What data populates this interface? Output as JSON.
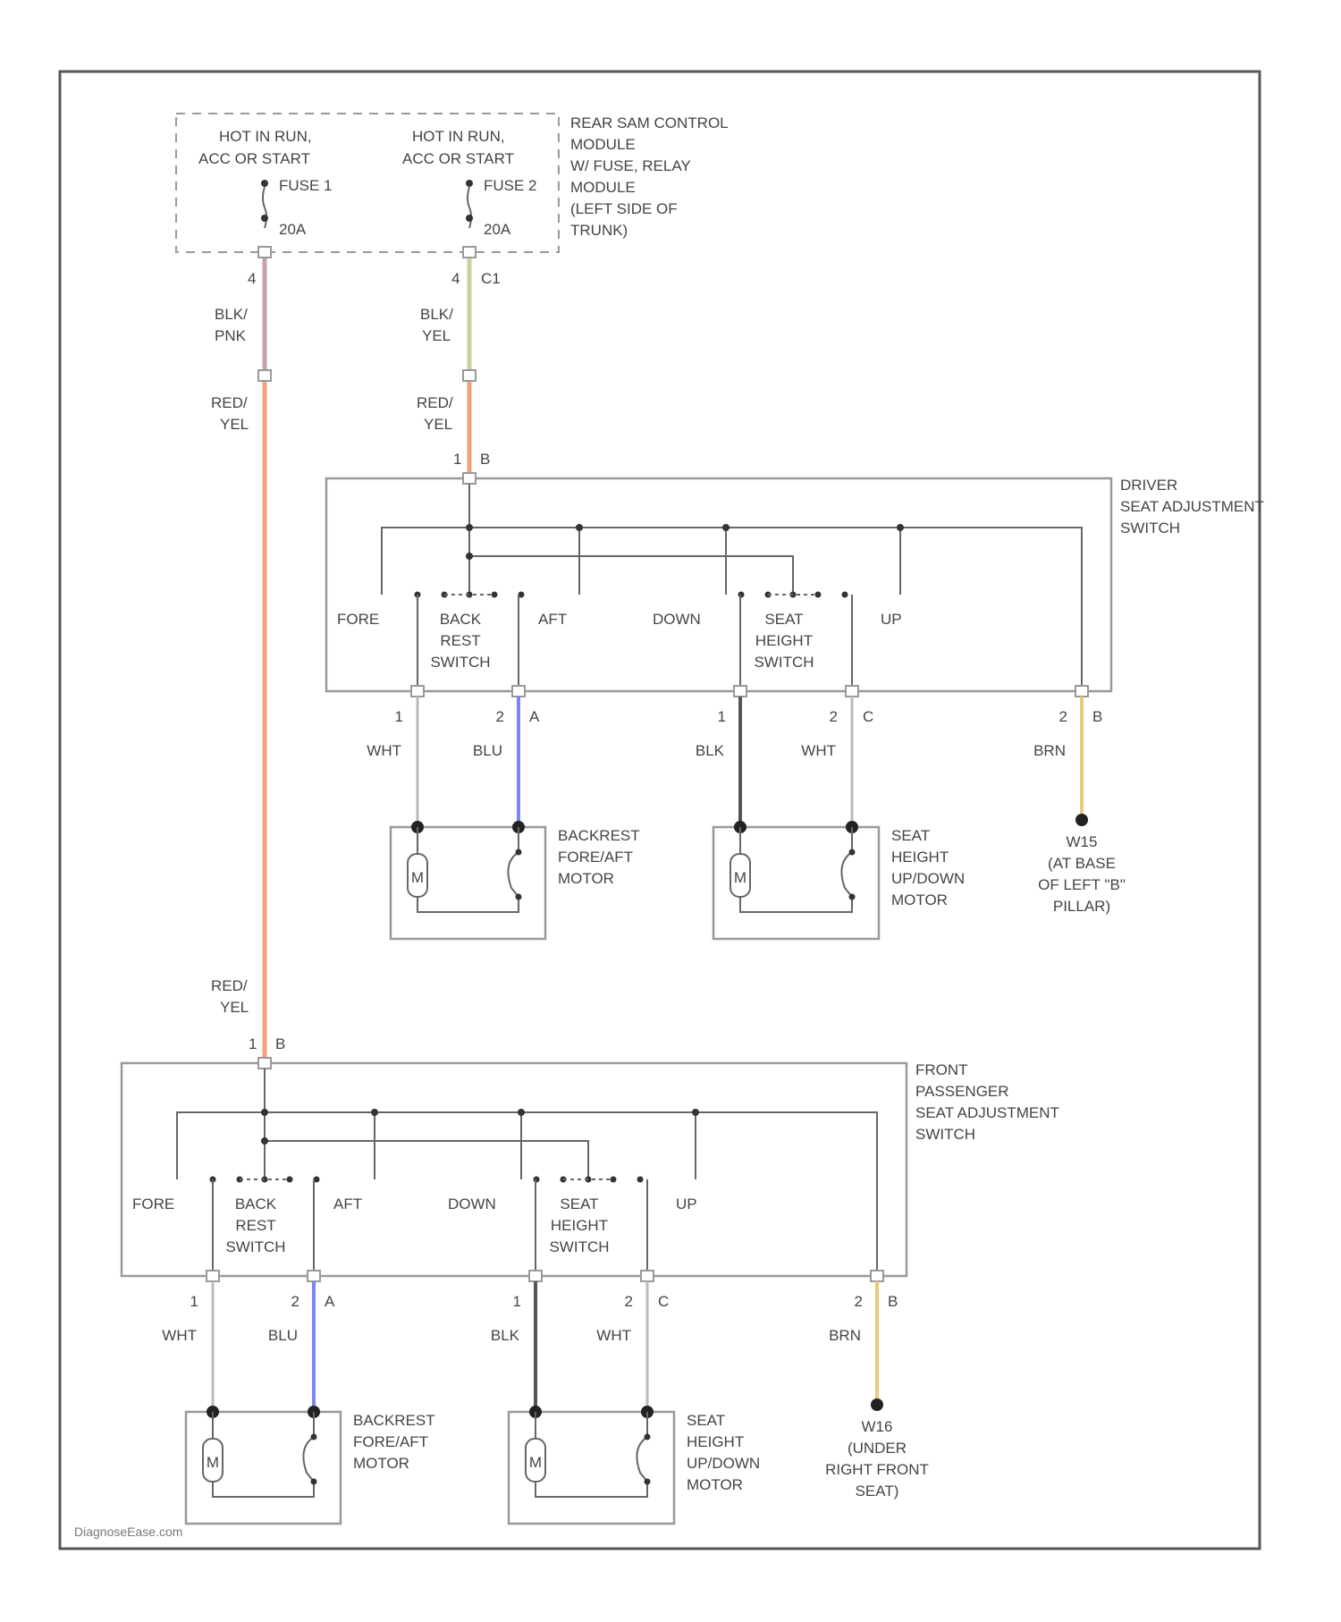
{
  "power_module": {
    "hot1_line1": "HOT IN RUN,",
    "hot1_line2": "ACC OR START",
    "hot2_line1": "HOT IN RUN,",
    "hot2_line2": "ACC OR START",
    "fuse1": "FUSE 1",
    "fuse1_amps": "20A",
    "fuse2": "FUSE 2",
    "fuse2_amps": "20A",
    "module_label": [
      "REAR SAM CONTROL",
      "MODULE",
      "W/ FUSE, RELAY",
      "MODULE",
      "(LEFT SIDE OF",
      "TRUNK)"
    ],
    "pin1": "4",
    "pin2_a": "4",
    "pin2_b": "C1"
  },
  "wires": {
    "w1_upper": [
      "BLK/",
      "PNK"
    ],
    "w1_lower": [
      "RED/",
      "YEL"
    ],
    "w2_upper": [
      "BLK/",
      "YEL"
    ],
    "w2_lower": [
      "RED/",
      "YEL"
    ],
    "w3_feed": [
      "RED/",
      "YEL"
    ]
  },
  "colors": {
    "red_yel": "#f4a07a",
    "blk_pnk": "#c9a0a8",
    "blk_yel": "#c6d39b",
    "blu": "#7a86f2",
    "blk": "#555555",
    "brn": "#e8cc7a",
    "frame": "#555555"
  },
  "driver_switch": {
    "title": [
      "DRIVER",
      "SEAT ADJUSTMENT",
      "SWITCH"
    ],
    "in_pin_a": "1",
    "in_pin_b": "B",
    "fore": "FORE",
    "aft": "AFT",
    "down": "DOWN",
    "up": "UP",
    "backrest_switch": [
      "BACK",
      "REST",
      "SWITCH"
    ],
    "height_switch": [
      "SEAT",
      "HEIGHT",
      "SWITCH"
    ],
    "pins": [
      {
        "num": "1",
        "letter": ""
      },
      {
        "num": "2",
        "letter": "A"
      },
      {
        "num": "1",
        "letter": ""
      },
      {
        "num": "2",
        "letter": "C"
      },
      {
        "num": "2",
        "letter": "B"
      }
    ],
    "wires": [
      "WHT",
      "BLU",
      "BLK",
      "WHT",
      "BRN"
    ],
    "motor1": [
      "BACKREST",
      "FORE/AFT",
      "MOTOR"
    ],
    "motor2": [
      "SEAT",
      "HEIGHT",
      "UP/DOWN",
      "MOTOR"
    ],
    "motor_symbol": "M",
    "ground": [
      "W15",
      "(AT BASE",
      "OF LEFT \"B\"",
      "PILLAR)"
    ]
  },
  "passenger_switch": {
    "title": [
      "FRONT",
      "PASSENGER",
      "SEAT ADJUSTMENT",
      "SWITCH"
    ],
    "in_pin_a": "1",
    "in_pin_b": "B",
    "fore": "FORE",
    "aft": "AFT",
    "down": "DOWN",
    "up": "UP",
    "backrest_switch": [
      "BACK",
      "REST",
      "SWITCH"
    ],
    "height_switch": [
      "SEAT",
      "HEIGHT",
      "SWITCH"
    ],
    "pins": [
      {
        "num": "1",
        "letter": ""
      },
      {
        "num": "2",
        "letter": "A"
      },
      {
        "num": "1",
        "letter": ""
      },
      {
        "num": "2",
        "letter": "C"
      },
      {
        "num": "2",
        "letter": "B"
      }
    ],
    "wires": [
      "WHT",
      "BLU",
      "BLK",
      "WHT",
      "BRN"
    ],
    "motor1": [
      "BACKREST",
      "FORE/AFT",
      "MOTOR"
    ],
    "motor2": [
      "SEAT",
      "HEIGHT",
      "UP/DOWN",
      "MOTOR"
    ],
    "motor_symbol": "M",
    "ground": [
      "W16",
      "(UNDER",
      "RIGHT FRONT",
      "SEAT)"
    ]
  },
  "watermark": "DiagnoseEase.com"
}
